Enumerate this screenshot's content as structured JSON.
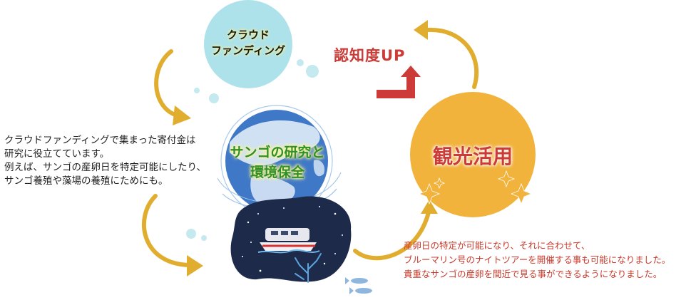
{
  "funding": {
    "line1": "クラウド",
    "line2": "ファンディング"
  },
  "awareness": "認知度UP",
  "tourism": "観光活用",
  "research": {
    "line1": "サンゴの研究と",
    "line2": "環境保全"
  },
  "left_text": [
    "クラウドファンディングで集まった寄付金は",
    "研究に役立てています。",
    "例えば、サンゴの産卵日を特定可能にしたり、",
    "サンゴ養殖や藻場の養殖にためにも。"
  ],
  "right_text": [
    "産卵日の特定が可能になり、それに合わせて、",
    "ブルーマリン号のナイトツアーを開催する事も可能になりました。",
    "貴重なサンゴの産卵を間近で見る事ができるようになりました。"
  ],
  "colors": {
    "funding_bubble": "#aee2ea",
    "tourism_circle": "#f2b33d",
    "arrow": "#e1ad2e",
    "awareness_text": "#cc3b37",
    "globe": "#3f78c6",
    "night_sea": "#1e2a4a"
  },
  "icons": [
    "globe-icon",
    "boat-icon",
    "coral-icon",
    "fish-icon",
    "sparkle-icon",
    "step-arrow-icon"
  ]
}
